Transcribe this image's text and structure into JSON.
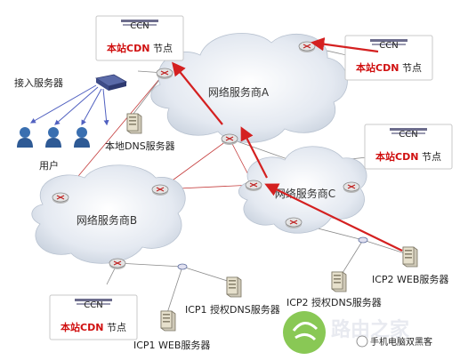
{
  "nodes": {
    "cdn_top": {
      "red": "本站CDN",
      "suffix": " 节点",
      "tag": "CCN"
    },
    "cdn_right": {
      "red": "本站CDN",
      "suffix": " 节点",
      "tag": "CCN"
    },
    "cdn_mid_right": {
      "red": "本站CDN",
      "suffix": " 节点",
      "tag": "CCN"
    },
    "cdn_bottom": {
      "red": "本站CDN",
      "suffix": " 节点",
      "tag": "CCN"
    },
    "access_server": "接入服务器",
    "users": "用户",
    "local_dns": "本地DNS服务器",
    "icp1_web": "ICP1 WEB服务器",
    "icp1_dns": "ICP1 授权DNS服务器",
    "icp2_web": "ICP2 WEB服务器",
    "icp2_dns": "ICP2 授权DNS服务器"
  },
  "clouds": {
    "a": "网络服务商A",
    "b": "网络服务商B",
    "c": "网络服务商C"
  },
  "watermark": {
    "logo_text": "路由之家",
    "wechat_text": "手机电脑双黑客"
  },
  "colors": {
    "arrow_red": "#d42020",
    "link_red": "#c43a3a",
    "line_gray": "#8a8a8a",
    "user_blue": "#3a6fb0",
    "cloud_fill": "#e9eef5"
  }
}
